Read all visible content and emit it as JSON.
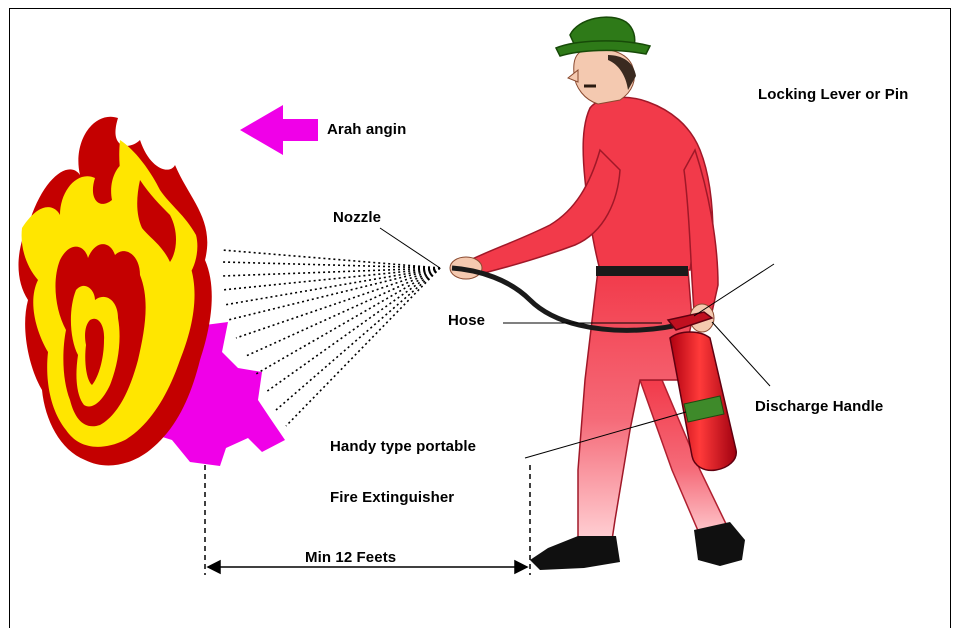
{
  "labels": {
    "wind_direction": "Arah angin",
    "locking_lever": "Locking Lever or Pin",
    "nozzle": "Nozzle",
    "hose": "Hose",
    "discharge_handle": "Discharge Handle",
    "extinguisher_line1": "Handy type portable",
    "extinguisher_line2": "Fire Extinguisher",
    "distance": "Min 12 Feets"
  },
  "colors": {
    "flame_outer": "#c40000",
    "flame_inner": "#ffff00",
    "agent_cloud": "#f000e8",
    "wind_arrow": "#f000e8",
    "suit": "#f04050",
    "suit_light": "#ffc8cc",
    "hat": "#2e7a18",
    "extinguisher": "#e01020",
    "extinguisher_band": "#3e8a2a",
    "boots": "#101010"
  }
}
